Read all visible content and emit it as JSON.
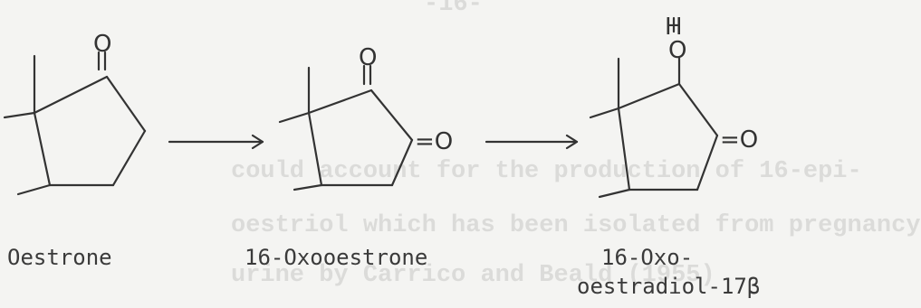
{
  "background_text": {
    "line1_fragment": "-16-",
    "line2": "could account for the production of 16-epi-",
    "line3": "oestriol which has been isolated from pregnancy",
    "line4": "urine by Carrico and Beald (1955)"
  },
  "scheme": {
    "compound_1": {
      "label": "Oestrone",
      "atoms": {
        "ketone_o": "O"
      }
    },
    "compound_2": {
      "label": "16-Oxooestrone",
      "atoms": {
        "ketone_o_17": "O",
        "ketone_o_16": "=O"
      }
    },
    "compound_3": {
      "label_line1": "16-Oxo-",
      "label_line2": "oestradiol-17β",
      "atoms": {
        "hydroxyl_h": "H",
        "hydroxyl_o": "O",
        "ketone_o": "=O"
      }
    }
  },
  "colors": {
    "ink": "#333333",
    "paper": "#f4f4f2",
    "ghost": "#1c1c1c"
  }
}
